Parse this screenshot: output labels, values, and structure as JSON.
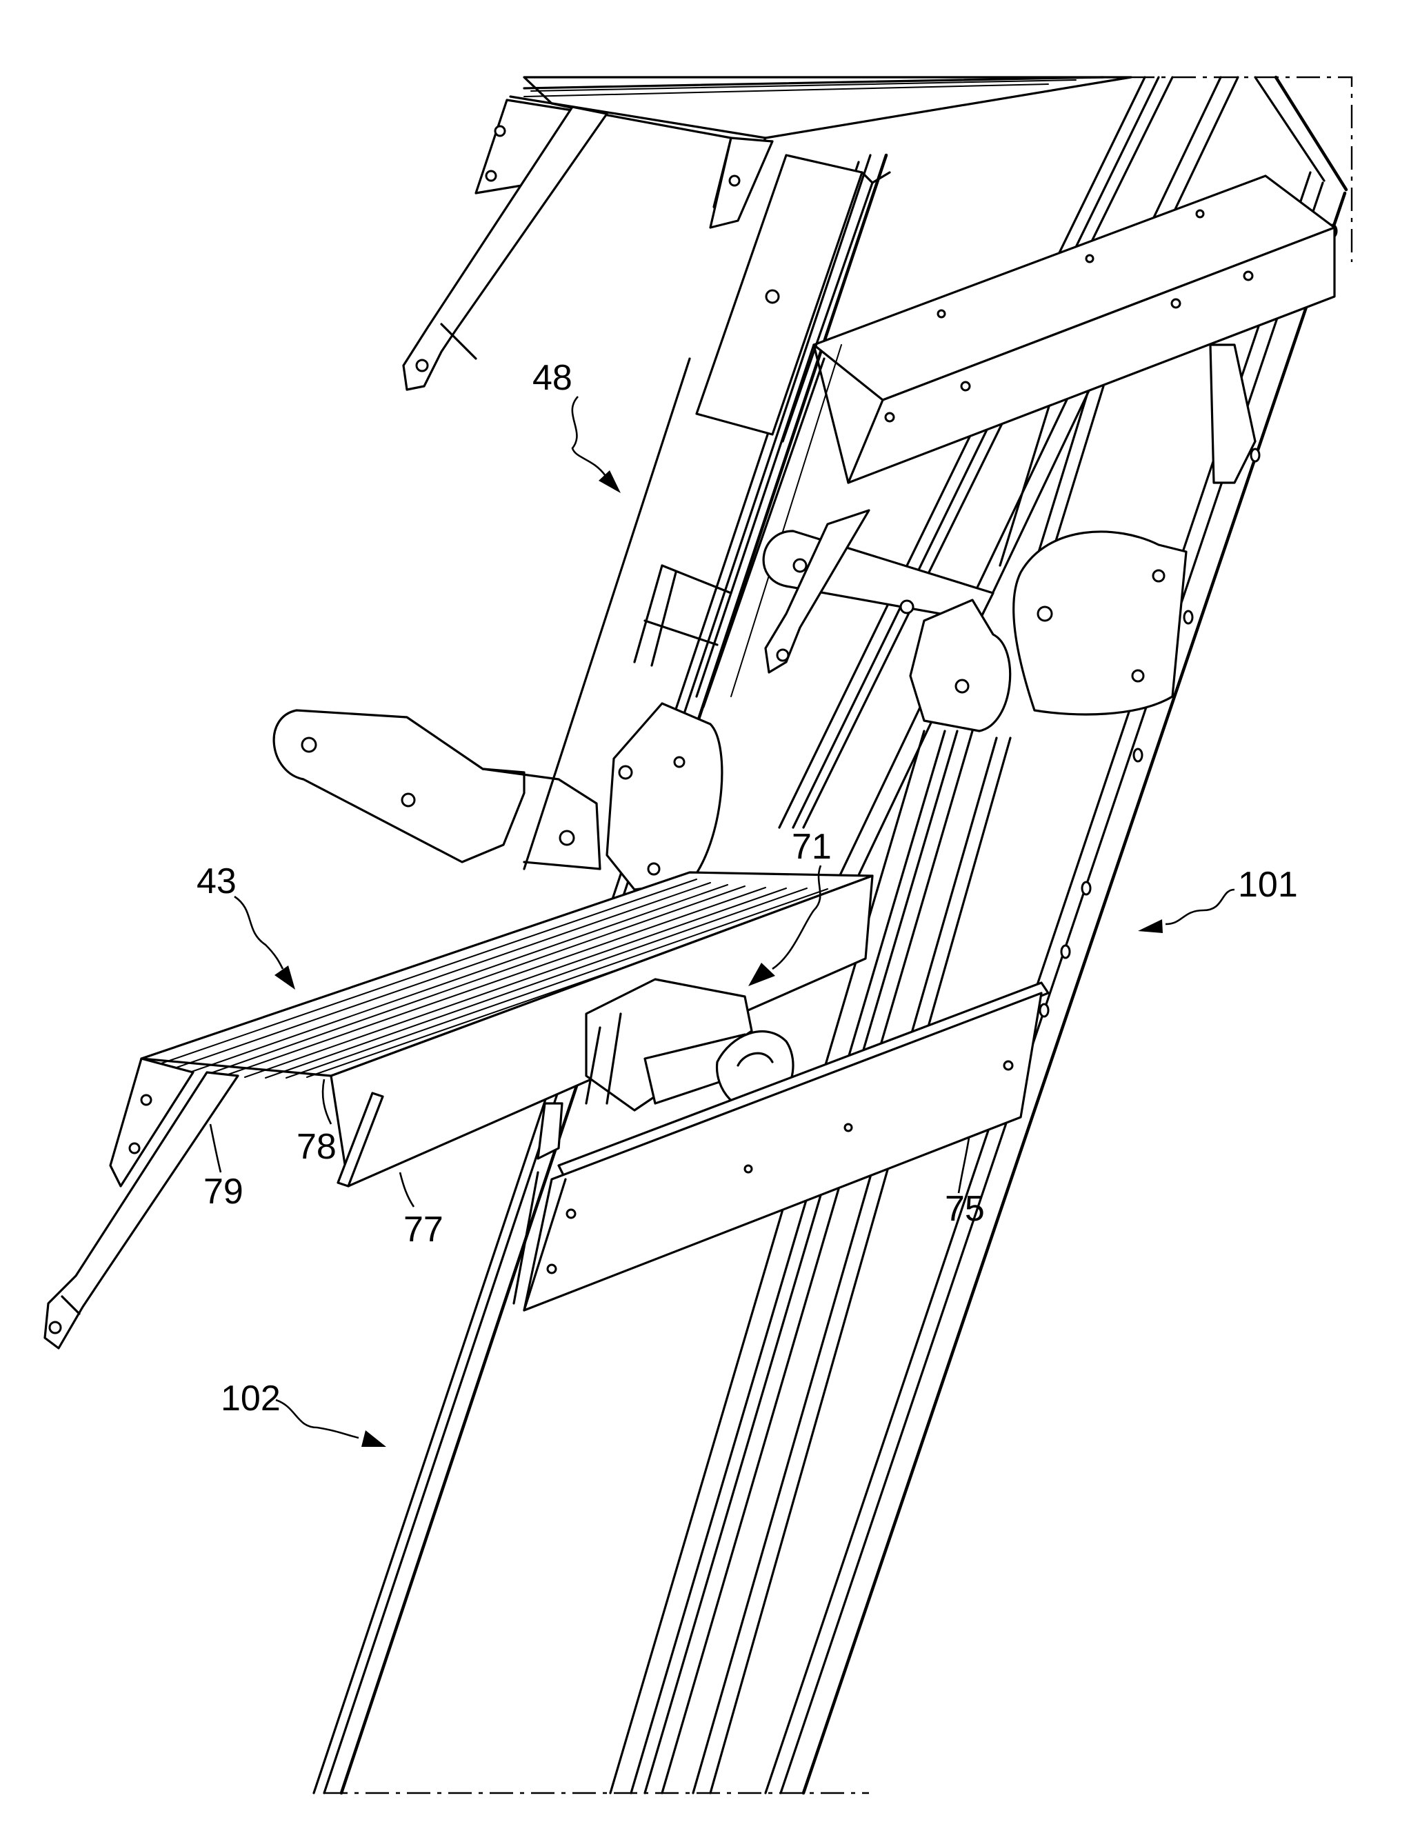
{
  "figure": {
    "labels": [
      {
        "id": "ref-48",
        "text": "48"
      },
      {
        "id": "ref-43",
        "text": "43"
      },
      {
        "id": "ref-71",
        "text": "71"
      },
      {
        "id": "ref-101",
        "text": "101"
      },
      {
        "id": "ref-78",
        "text": "78"
      },
      {
        "id": "ref-79",
        "text": "79"
      },
      {
        "id": "ref-77",
        "text": "77"
      },
      {
        "id": "ref-75",
        "text": "75"
      },
      {
        "id": "ref-102",
        "text": "102"
      }
    ]
  }
}
